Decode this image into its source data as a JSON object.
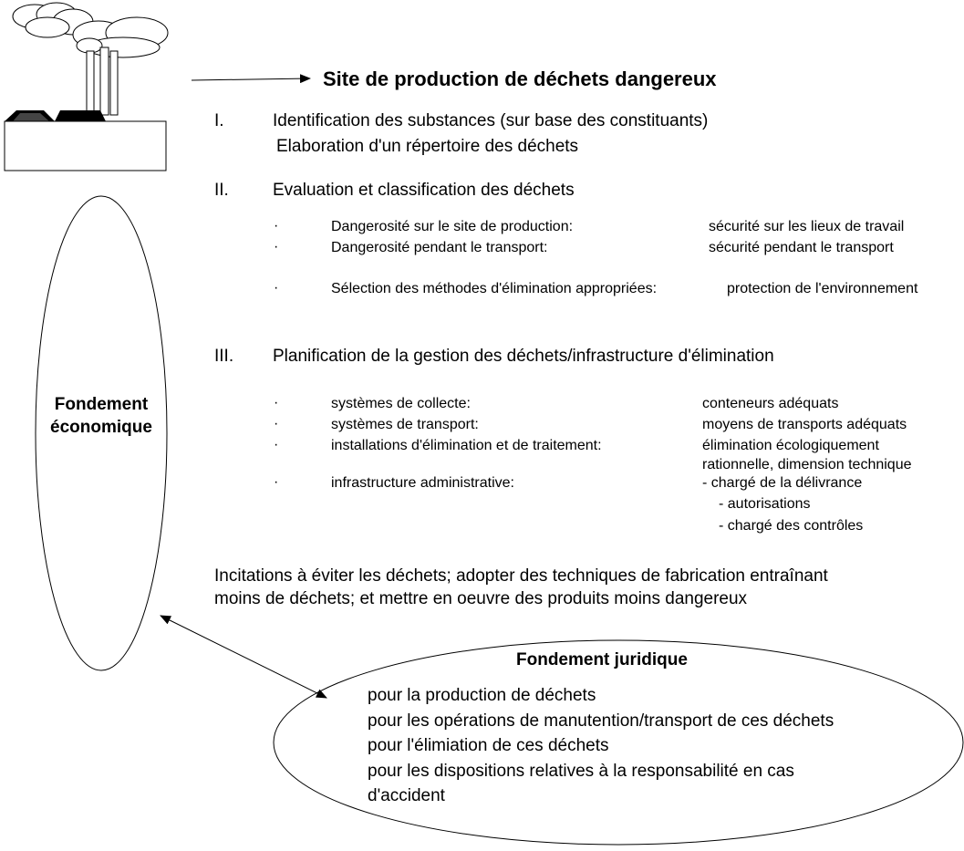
{
  "title": "Site de production de déchets dangereux",
  "sections": [
    {
      "numeral": "I.",
      "lines": [
        "Identification des substances (sur base des constituants)",
        "Elaboration d'un répertoire des déchets"
      ]
    },
    {
      "numeral": "II.",
      "heading": "Evaluation et classification des déchets",
      "items": [
        {
          "bullet": "·",
          "label": "Dangerosité sur le site de production:",
          "value": "sécurité sur les lieux de travail"
        },
        {
          "bullet": "·",
          "label": "Dangerosité pendant le transport:",
          "value": "sécurité pendant le transport"
        },
        {
          "bullet": "·",
          "label": "Sélection des méthodes d'élimination appropriées:",
          "value": "protection de l'environnement"
        }
      ]
    },
    {
      "numeral": "III.",
      "heading": "Planification de la gestion des déchets/infrastructure d'élimination",
      "items": [
        {
          "bullet": "·",
          "label": "systèmes de collecte:",
          "value": [
            "conteneurs adéquats"
          ]
        },
        {
          "bullet": "·",
          "label": "systèmes de transport:",
          "value": [
            "moyens de transports adéquats"
          ]
        },
        {
          "bullet": "·",
          "label": "installations d'élimination et de traitement:",
          "value": [
            "élimination écologiquement",
            "rationnelle, dimension technique"
          ]
        },
        {
          "bullet": "·",
          "label": "infrastructure administrative:",
          "value": [
            "- chargé de la délivrance",
            "- autorisations",
            "- chargé des contrôles"
          ]
        }
      ]
    }
  ],
  "incentives": [
    "Incitations à éviter les déchets; adopter des techniques de fabrication entraînant",
    "moins de déchets; et mettre en oeuvre des produits moins dangereux"
  ],
  "economic": [
    "Fondement",
    "économique"
  ],
  "legal": {
    "title": "Fondement juridique",
    "lines": [
      "pour la production de déchets",
      "pour les opérations de manutention/transport de ces déchets",
      "pour l'élimiation de ces déchets",
      "pour les dispositions relatives à la responsabilité en cas",
      "d'accident"
    ]
  }
}
